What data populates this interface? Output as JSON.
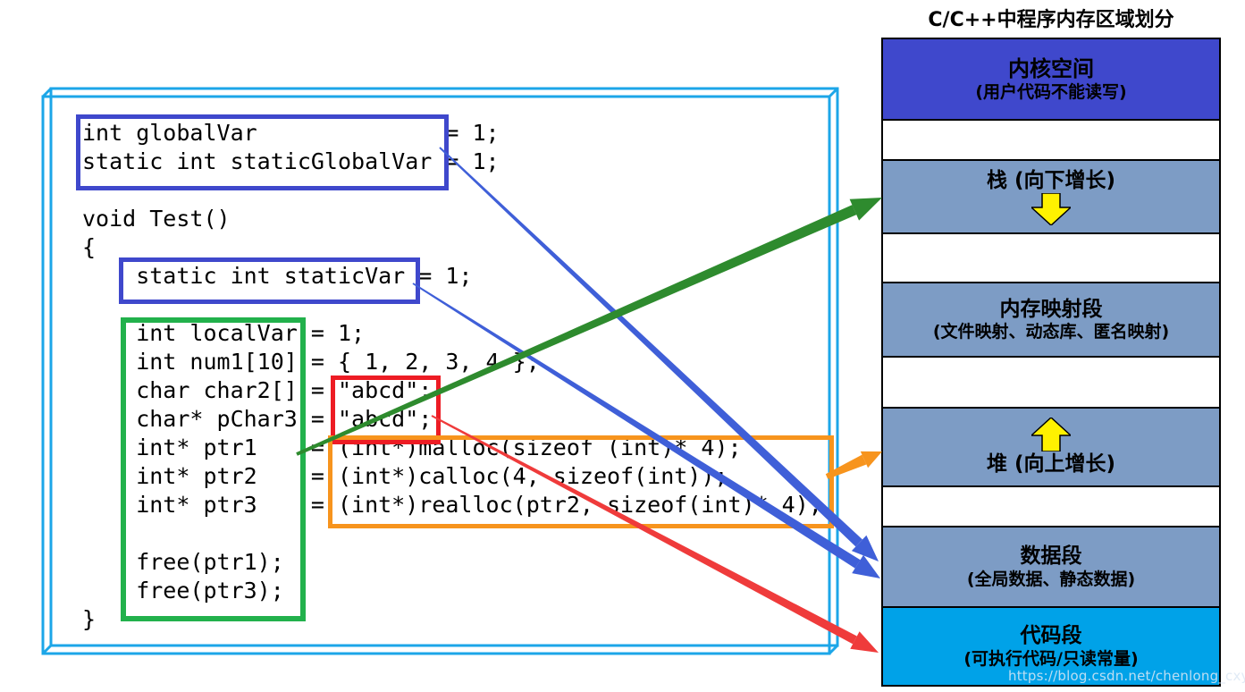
{
  "title": "C/C++中程序内存区域划分",
  "watermark": "https://blog.csdn.net/chenlong_cxy",
  "colors": {
    "container": "#1CA6E8",
    "box_blue": "#3F48CC",
    "box_green": "#22B14C",
    "box_red": "#ED1C24",
    "box_orange": "#F7941D",
    "arrow_blue": "#3F5FD8",
    "arrow_green": "#2E8B2E",
    "arrow_red": "#EF3B3B",
    "arrow_orange": "#F7941D",
    "region_kernel": "#3F48CC",
    "region_steel": "#7D9CC5",
    "region_code": "#00A2E8",
    "region_gap": "#FFFFFF",
    "yellow_arrow": "#FFF200"
  },
  "code": {
    "lines": [
      "int globalVar              = 1;",
      "static int staticGlobalVar = 1;",
      "",
      "void Test()",
      "{",
      "    static int staticVar = 1;",
      "",
      "    int localVar = 1;",
      "    int num1[10] = { 1, 2, 3, 4 };",
      "    char char2[] = \"abcd\";",
      "    char* pChar3 = \"abcd\";",
      "    int* ptr1    = (int*)malloc(sizeof (int)* 4);",
      "    int* ptr2    = (int*)calloc(4, sizeof(int));",
      "    int* ptr3    = (int*)realloc(ptr2, sizeof(int)* 4);",
      "",
      "    free(ptr1);",
      "    free(ptr3);",
      "}"
    ]
  },
  "memory": {
    "sections": [
      {
        "id": "kernel",
        "kind": "region",
        "fill_key": "region_kernel",
        "label": "内核空间",
        "sublabel": "(用户代码不能读写)"
      },
      {
        "id": "gap1",
        "kind": "gap",
        "fill_key": "region_gap"
      },
      {
        "id": "stack",
        "kind": "region",
        "fill_key": "region_steel",
        "label": "栈 (向下增长)",
        "arrow": "down"
      },
      {
        "id": "gap2",
        "kind": "gap",
        "fill_key": "region_gap"
      },
      {
        "id": "mmap",
        "kind": "region",
        "fill_key": "region_steel",
        "label": "内存映射段",
        "sublabel": "(文件映射、动态库、匿名映射)"
      },
      {
        "id": "gap3",
        "kind": "gap",
        "fill_key": "region_gap"
      },
      {
        "id": "heap",
        "kind": "region",
        "fill_key": "region_steel",
        "label": "堆 (向上增长)",
        "arrow": "up"
      },
      {
        "id": "gap4",
        "kind": "gap",
        "fill_key": "region_gap"
      },
      {
        "id": "data",
        "kind": "region",
        "fill_key": "region_steel",
        "label": "数据段",
        "sublabel": "(全局数据、静态数据)"
      },
      {
        "id": "codeseg",
        "kind": "region",
        "fill_key": "region_code",
        "label": "代码段",
        "sublabel": "(可执行代码/只读常量)"
      }
    ]
  },
  "connections": [
    {
      "id": "global-to-data",
      "from": "global-vars-box",
      "to": "data-segment",
      "color_key": "arrow_blue"
    },
    {
      "id": "static-to-data",
      "from": "static-var-box",
      "to": "data-segment",
      "color_key": "arrow_blue"
    },
    {
      "id": "const-to-code",
      "from": "string-const-box",
      "to": "code-segment",
      "color_key": "arrow_red"
    },
    {
      "id": "local-to-stack",
      "from": "local-vars-box",
      "to": "stack",
      "color_key": "arrow_green"
    },
    {
      "id": "malloc-to-heap",
      "from": "malloc-box",
      "to": "heap",
      "color_key": "arrow_orange"
    }
  ]
}
